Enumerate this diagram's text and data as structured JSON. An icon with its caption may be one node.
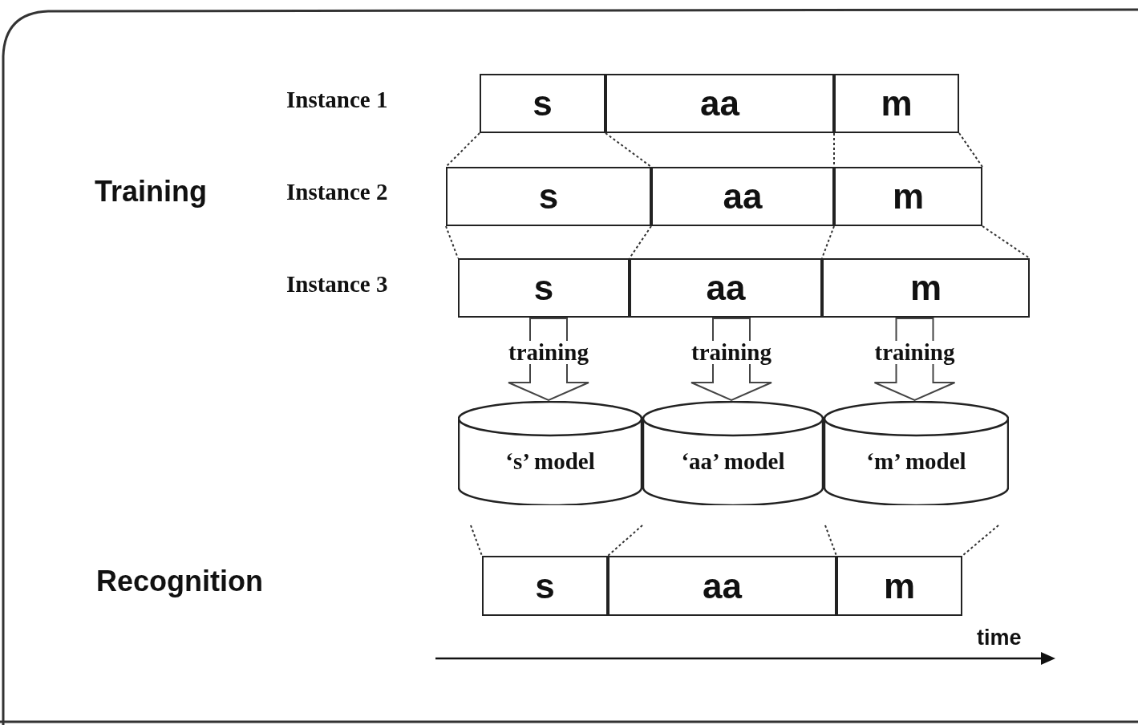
{
  "diagram": {
    "nodes": [
      {
        "text": [
          "s"
        ]
      },
      {
        "text": [
          "aa"
        ]
      },
      {
        "text": [
          "m"
        ]
      },
      {
        "text": [
          "s"
        ]
      },
      {
        "text": [
          "aa"
        ]
      },
      {
        "text": [
          "m"
        ]
      },
      {
        "text": [
          "s"
        ]
      },
      {
        "text": [
          "aa"
        ]
      },
      {
        "text": [
          "m"
        ]
      },
      {
        "text": [
          "‘s’ model"
        ]
      },
      {
        "text": [
          "‘aa’ model"
        ]
      },
      {
        "text": [
          "‘m’ model"
        ]
      },
      {
        "text": [
          "s"
        ]
      },
      {
        "text": [
          "aa"
        ]
      },
      {
        "text": [
          "m"
        ]
      }
    ],
    "edges": [
      {
        "from": 0,
        "to": 3,
        "arrow": "none",
        "style": "dashed"
      },
      {
        "from": 1,
        "to": 4,
        "arrow": "none",
        "style": "dashed"
      },
      {
        "from": 2,
        "to": 5,
        "arrow": "none",
        "style": "dashed"
      },
      {
        "from": 2,
        "to": 5,
        "arrow": "none",
        "style": "dashed"
      },
      {
        "from": 3,
        "to": 6,
        "arrow": "none",
        "style": "dashed"
      },
      {
        "from": 4,
        "to": 7,
        "arrow": "none",
        "style": "dashed"
      },
      {
        "from": 5,
        "to": 8,
        "arrow": "none",
        "style": "dashed"
      },
      {
        "from": 5,
        "to": 8,
        "arrow": "none",
        "style": "dashed"
      },
      {
        "from": 6,
        "to": 9,
        "arrow": "to",
        "label": "training"
      },
      {
        "from": 7,
        "to": 10,
        "arrow": "to",
        "label": "training"
      },
      {
        "from": 8,
        "to": 11,
        "arrow": "to",
        "label": "training"
      }
    ],
    "labels": [
      "Instance 1",
      "Training",
      "Instance 2",
      "Instance 3",
      "Recognition",
      "time"
    ]
  }
}
